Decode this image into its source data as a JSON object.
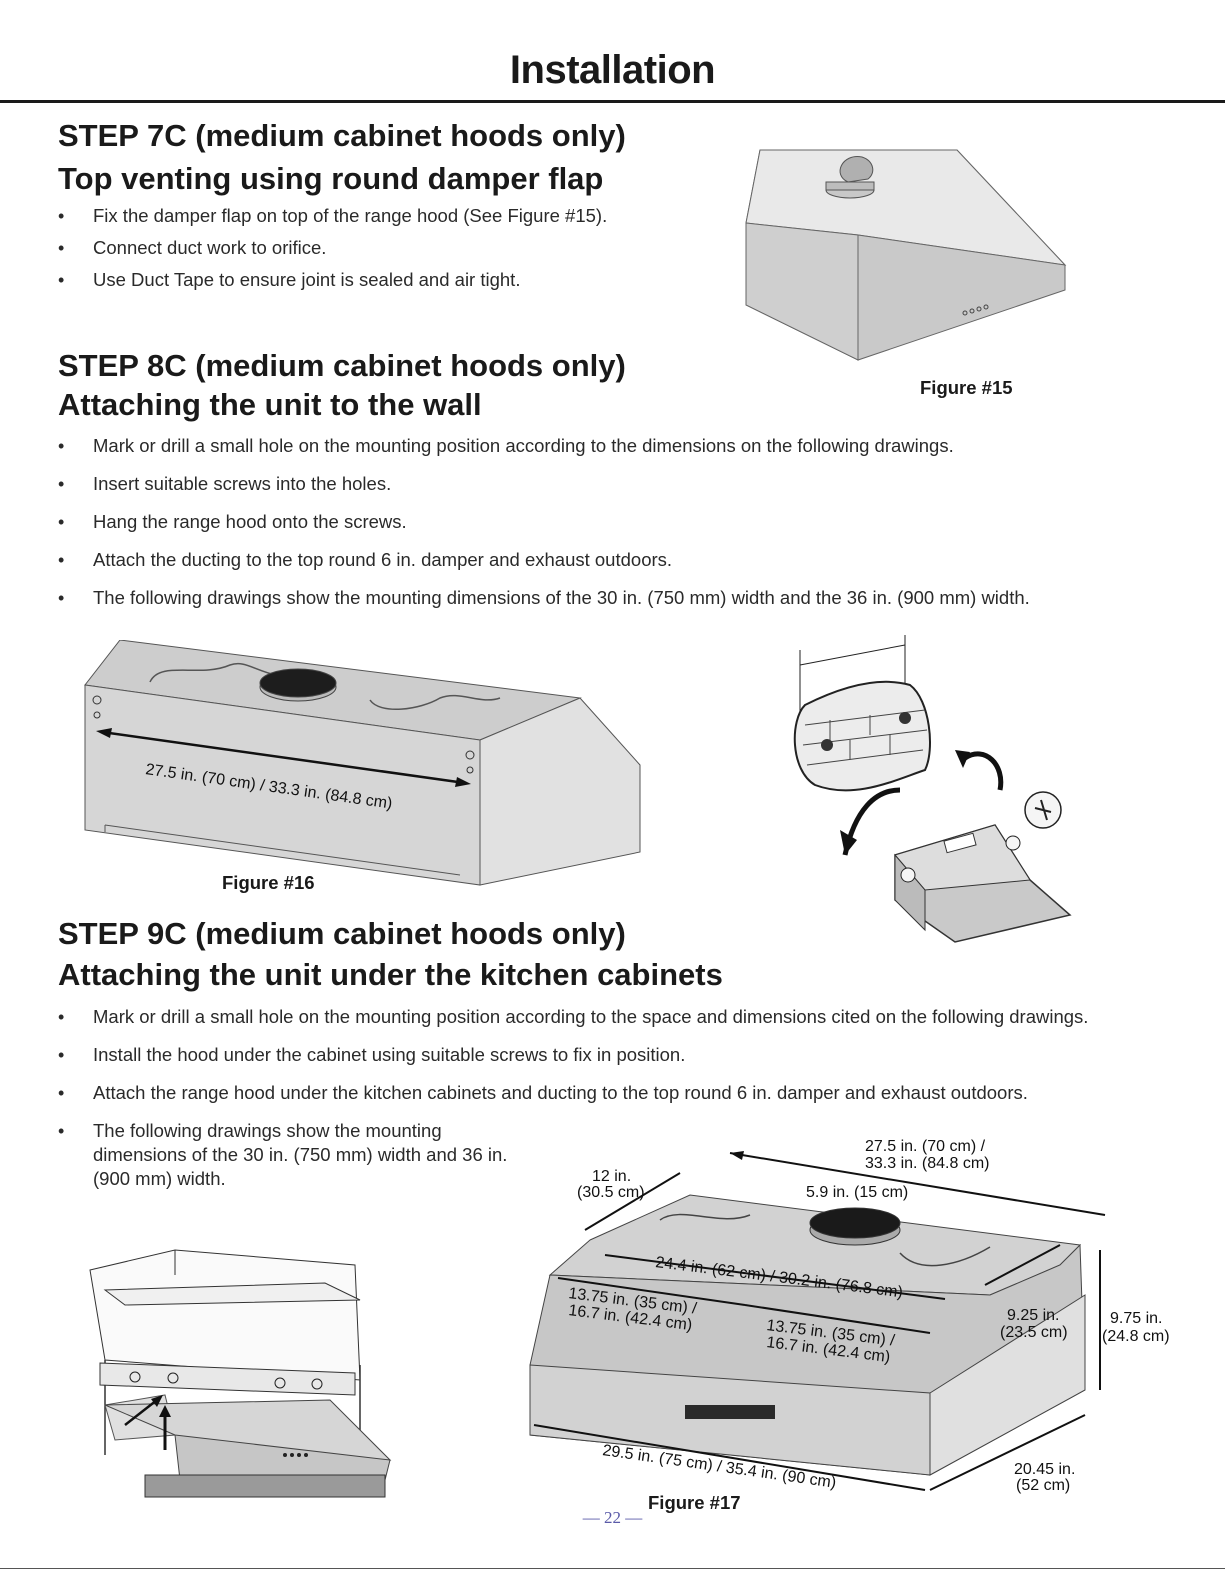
{
  "page": {
    "title": "Installation",
    "page_number": "— 22 —"
  },
  "step7": {
    "heading_line1": "STEP 7C (medium cabinet hoods only)",
    "heading_line2": "Top venting using round damper flap",
    "bullets": [
      "Fix the damper flap on top of the range hood (See Figure #15).",
      "Connect duct work to orifice.",
      "Use Duct Tape to ensure joint is sealed and air tight."
    ]
  },
  "step8": {
    "heading_line1": "STEP 8C (medium cabinet hoods only)",
    "heading_line2": "Attaching the unit to the wall",
    "bullets": [
      "Mark or drill a small hole on the mounting position according to the dimensions on the following drawings.",
      "Insert suitable screws into the holes.",
      "Hang the range hood onto the screws.",
      "Attach the ducting to the top round 6 in. damper and exhaust outdoors.",
      "The following drawings show the mounting dimensions of the 30 in. (750 mm) width and the 36 in. (900 mm) width."
    ]
  },
  "step9": {
    "heading_line1": "STEP 9C  (medium cabinet hoods only)",
    "heading_line2": "Attaching the unit under the kitchen cabinets",
    "bullets": [
      "Mark or drill a small hole on the mounting position according to the space and dimensions cited on the following drawings.",
      "Install the hood under the cabinet using suitable screws to fix in position.",
      "Attach the range hood under the kitchen cabinets and ducting to the top round 6 in. damper and exhaust outdoors.",
      "The following drawings show the mounting dimensions of the 30 in. (750 mm) width and 36 in. (900 mm) width."
    ]
  },
  "figure15": {
    "caption": "Figure #15"
  },
  "figure16": {
    "caption": "Figure #16",
    "width_label": "27.5 in. (70 cm) / 33.3 in. (84.8 cm)"
  },
  "figure17": {
    "caption": "Figure #17",
    "top_width_l1": "27.5 in. (70 cm) /",
    "top_width_l2": "33.3 in. (84.8 cm)",
    "depth_l1": "12 in.",
    "depth_l2": "(30.5 cm)",
    "duct": "5.9 in. (15 cm)",
    "slot_spacing": "24.4 in. (62 cm) / 30.2 in. (76.8 cm)",
    "half_left_l1": "13.75 in. (35 cm) /",
    "half_left_l2": "16.7 in. (42.4 cm)",
    "half_right_l1": "13.75 in. (35 cm) /",
    "half_right_l2": "16.7 in. (42.4 cm)",
    "side_l1": "9.25 in.",
    "side_l2": "(23.5 cm)",
    "height_l1": "9.75 in.",
    "height_l2": "(24.8 cm)",
    "front_width": "29.5 in. (75 cm) / 35.4 in. (90 cm)",
    "bottom_depth_l1": "20.45 in.",
    "bottom_depth_l2": "(52 cm)"
  }
}
